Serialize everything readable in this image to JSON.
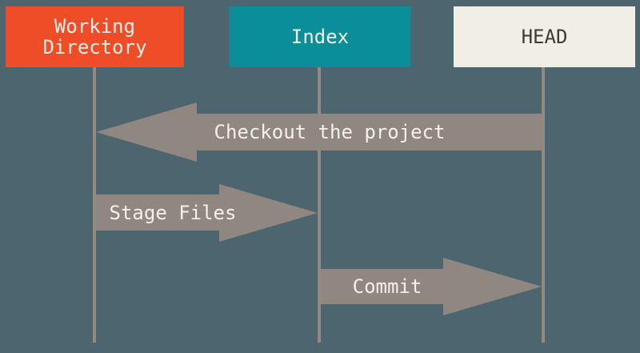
{
  "colors": {
    "background": "#4C656E",
    "working-box": "#EF4C28",
    "index-box": "#0A8F9A",
    "head-box": "#F0EEE5",
    "head-text": "#3F3A34",
    "light-text": "#F3F1E9",
    "arrow": "#8F8780",
    "line": "#93897F"
  },
  "boxes": [
    {
      "id": "working-directory",
      "label": "Working Directory"
    },
    {
      "id": "index",
      "label": "Index"
    },
    {
      "id": "head",
      "label": "HEAD"
    }
  ],
  "arrows": [
    {
      "label": "Checkout the project",
      "from": "HEAD",
      "to": "Working Directory",
      "direction": "left"
    },
    {
      "label": "Stage Files",
      "from": "Working Directory",
      "to": "Index",
      "direction": "right"
    },
    {
      "label": "Commit",
      "from": "Index",
      "to": "HEAD",
      "direction": "right"
    }
  ]
}
